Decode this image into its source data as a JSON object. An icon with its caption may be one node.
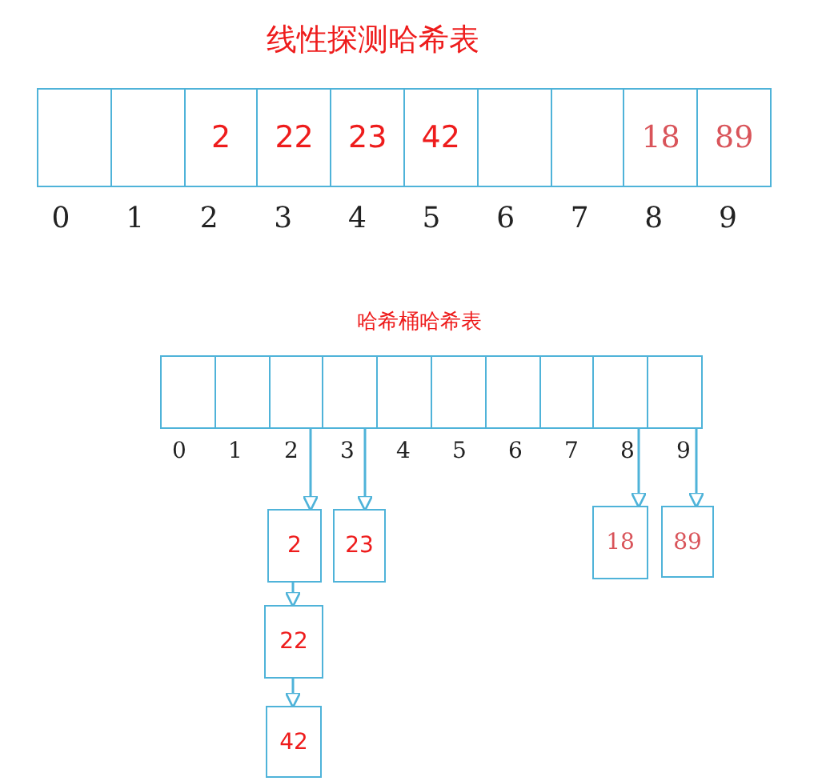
{
  "diagram": {
    "nodes": [
      {
        "text": [],
        "shape": "box"
      },
      {
        "text": [],
        "shape": "box"
      },
      {
        "text": [
          "2"
        ]
      },
      {
        "text": [
          "22"
        ]
      },
      {
        "text": [
          "23"
        ]
      },
      {
        "text": [
          "42"
        ]
      },
      {
        "text": [],
        "shape": "box"
      },
      {
        "text": [],
        "shape": "box"
      },
      {
        "text": [
          "18"
        ]
      },
      {
        "text": [
          "89"
        ]
      },
      {
        "text": [],
        "shape": "box"
      },
      {
        "text": [],
        "shape": "box"
      },
      {
        "text": [],
        "shape": "box"
      },
      {
        "text": [],
        "shape": "box"
      },
      {
        "text": [],
        "shape": "box"
      },
      {
        "text": [],
        "shape": "box"
      },
      {
        "text": [],
        "shape": "box"
      },
      {
        "text": [],
        "shape": "box"
      },
      {
        "text": [],
        "shape": "box"
      },
      {
        "text": [],
        "shape": "box"
      },
      {
        "text": [
          "2"
        ]
      },
      {
        "text": [
          "23"
        ]
      },
      {
        "text": [
          "18"
        ]
      },
      {
        "text": [
          "89"
        ]
      },
      {
        "text": [
          "22"
        ]
      },
      {
        "text": [
          "42"
        ]
      }
    ],
    "edges": [
      {
        "from": 12,
        "to": 20,
        "arrow": "to"
      },
      {
        "from": 13,
        "to": 21,
        "arrow": "to"
      },
      {
        "from": 18,
        "to": 22,
        "arrow": "to"
      },
      {
        "from": 19,
        "to": 23,
        "arrow": "to"
      },
      {
        "from": 20,
        "to": 24,
        "arrow": "to"
      },
      {
        "from": 24,
        "to": 25,
        "arrow": "to"
      }
    ],
    "labels": [
      "线性探测哈希表",
      "0",
      "1",
      "2",
      "3",
      "4",
      "5",
      "6",
      "7",
      "8",
      "9",
      "哈希桶哈希表",
      "0",
      "1",
      "2",
      "3",
      "4",
      "5",
      "6",
      "7",
      "8",
      "9"
    ]
  }
}
